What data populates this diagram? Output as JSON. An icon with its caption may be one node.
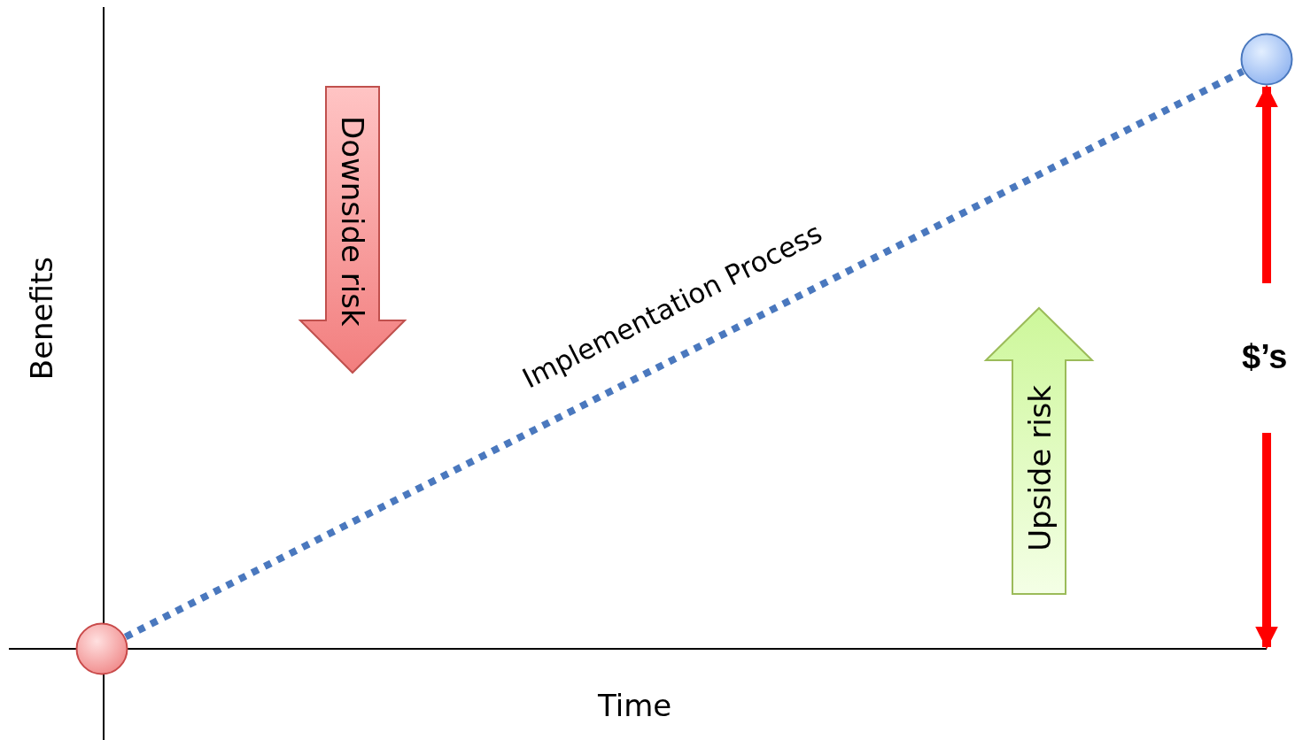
{
  "diagram": {
    "nodes": [
      {
        "text": [
          "Downside risk"
        ]
      },
      {
        "text": [
          "Upside risk"
        ]
      },
      {
        "text": [],
        "shape": "circle"
      },
      {
        "text": [],
        "shape": "circle"
      }
    ],
    "edges": [
      {
        "from": 2,
        "to": 3,
        "arrow": "none",
        "style": "dashed",
        "label": "Implementation Process"
      }
    ],
    "labels": [
      "Benefits",
      "$’s",
      "Time"
    ]
  }
}
